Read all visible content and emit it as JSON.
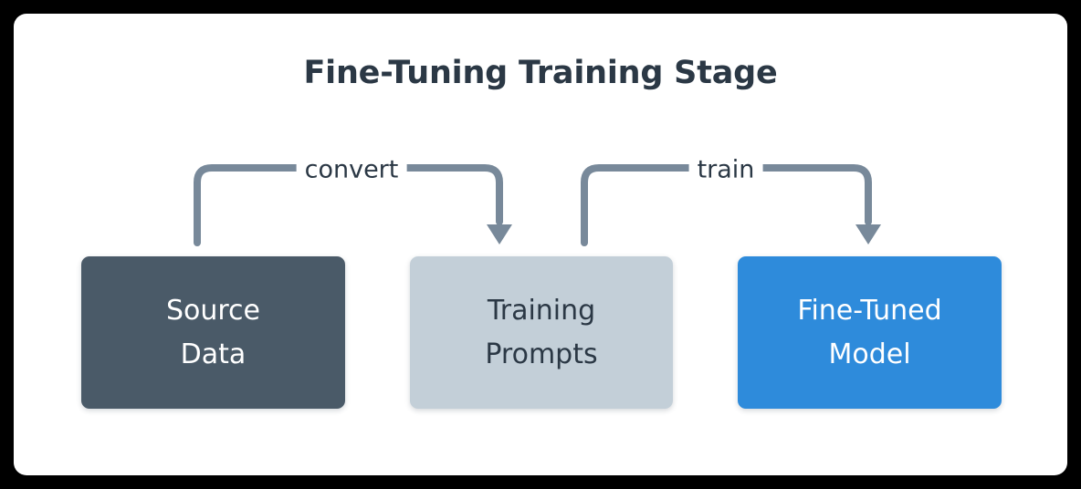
{
  "diagram": {
    "title": "Fine-Tuning Training Stage",
    "background_color": "#000000",
    "card_color": "#ffffff",
    "title_color": "#2b3845",
    "connector_color": "#78899a",
    "nodes": [
      {
        "id": "source-data",
        "line1": "Source",
        "line2": "Data",
        "fill": "#4a5a68",
        "text_color": "#ffffff"
      },
      {
        "id": "training-prompts",
        "line1": "Training",
        "line2": "Prompts",
        "fill": "#c3cfd8",
        "text_color": "#2b3845"
      },
      {
        "id": "fine-tuned-model",
        "line1": "Fine-Tuned",
        "line2": "Model",
        "fill": "#2e8bdb",
        "text_color": "#ffffff"
      }
    ],
    "edges": [
      {
        "id": "convert",
        "label": "convert",
        "from": "source-data",
        "to": "training-prompts"
      },
      {
        "id": "train",
        "label": "train",
        "from": "training-prompts",
        "to": "fine-tuned-model"
      }
    ]
  }
}
